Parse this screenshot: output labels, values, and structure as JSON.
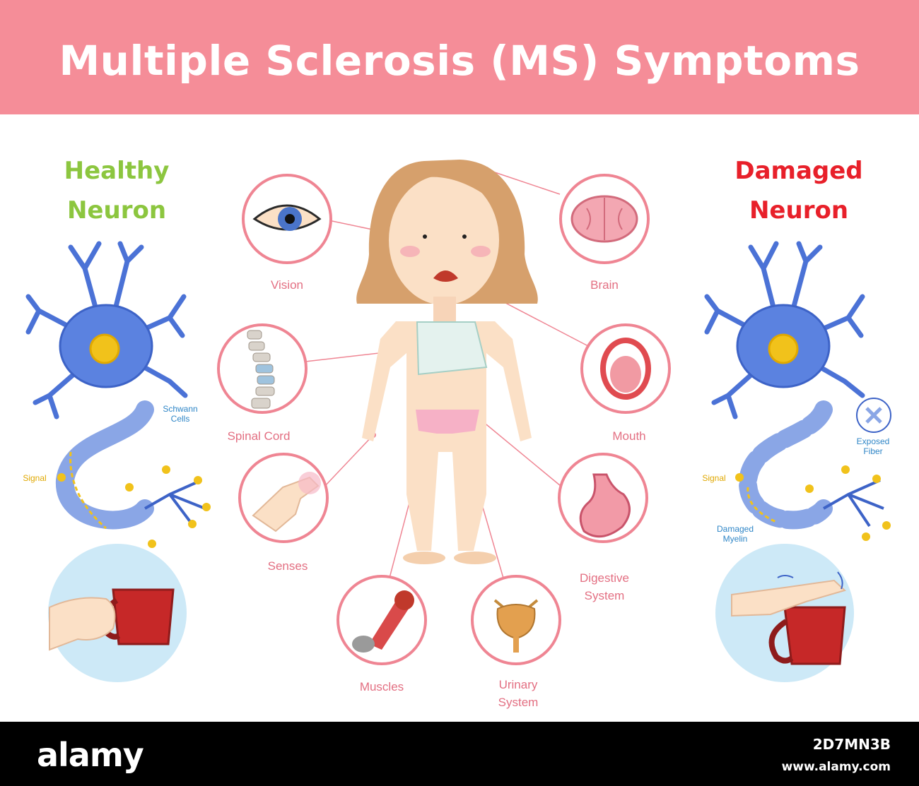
{
  "title": "Multiple Sclerosis (MS) Symptoms",
  "healthy": {
    "title_line1": "Healthy",
    "title_line2": "Neuron",
    "schwann_line1": "Schwann",
    "schwann_line2": "Cells",
    "signal": "Signal"
  },
  "damaged": {
    "title_line1": "Damaged",
    "title_line2": "Neuron",
    "signal": "Signal",
    "exposed_line1": "Exposed",
    "exposed_line2": "Fiber",
    "myelin_line1": "Damaged",
    "myelin_line2": "Myelin"
  },
  "symptoms": {
    "vision": "Vision",
    "brain": "Brain",
    "spinal": "Spinal Cord",
    "mouth": "Mouth",
    "senses": "Senses",
    "digestive_line1": "Digestive",
    "digestive_line2": "System",
    "muscles": "Muscles",
    "urinary_line1": "Urinary",
    "urinary_line2": "System"
  },
  "colors": {
    "banner": "#f58d98",
    "healthy": "#8cc63f",
    "damaged": "#e8202a",
    "label": "#e36f82"
  },
  "footer": {
    "logo": "alamy",
    "image_id": "2D7MN3B",
    "site": "www.alamy.com"
  }
}
